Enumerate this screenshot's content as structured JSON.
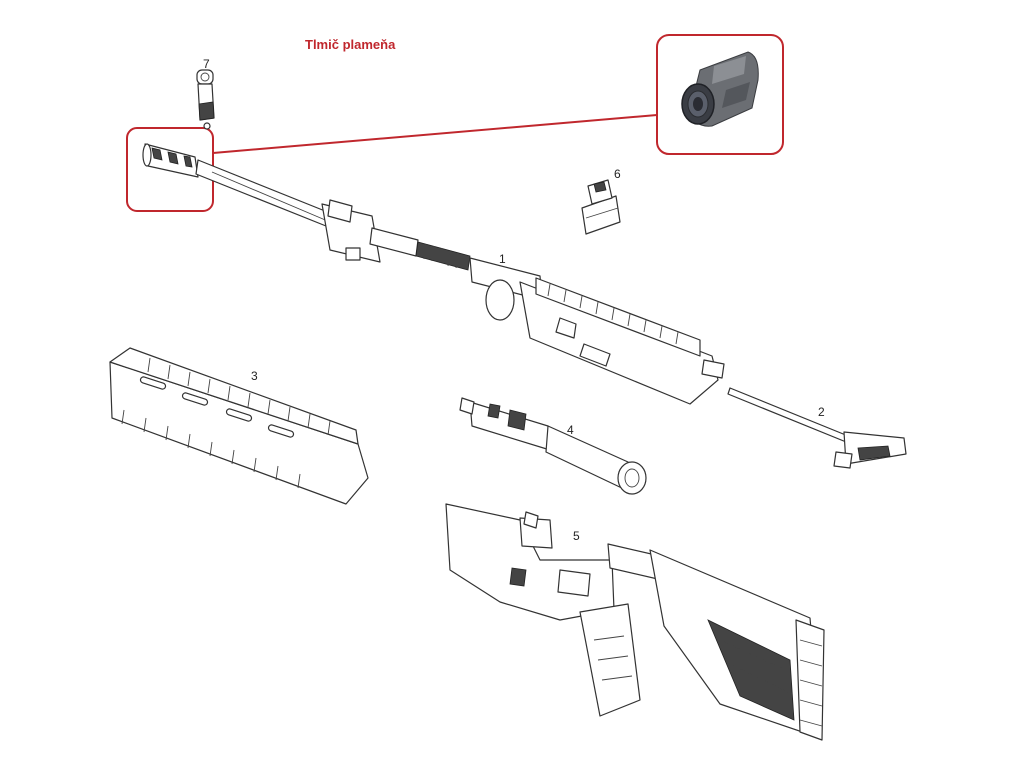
{
  "title": "Tlmič plameňa",
  "colors": {
    "callout": "#c0272d",
    "line_art": "#333333",
    "background": "#ffffff"
  },
  "parts": [
    {
      "label": "1"
    },
    {
      "label": "2"
    },
    {
      "label": "3"
    },
    {
      "label": "4"
    },
    {
      "label": "5"
    },
    {
      "label": "6"
    },
    {
      "label": "7"
    }
  ]
}
